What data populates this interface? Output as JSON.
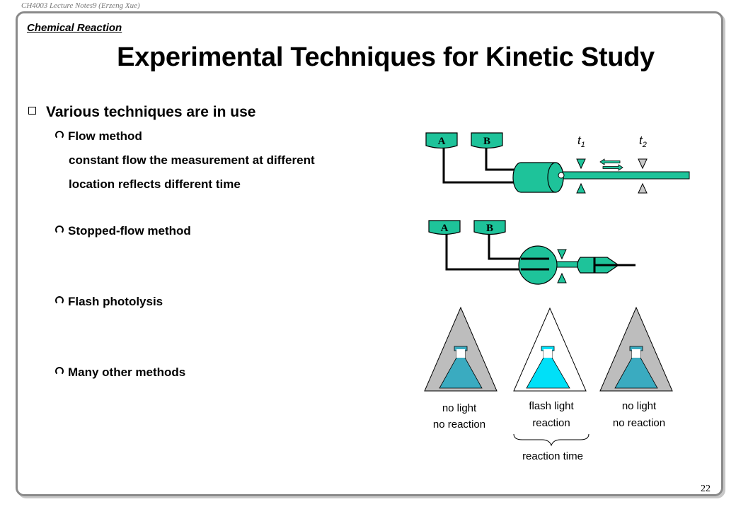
{
  "header_note": "CH4003 Lecture Notes9 (Erzeng Xue)",
  "section_label": "Chemical Reaction",
  "title": "Experimental Techniques for Kinetic Study",
  "bullet": "Various techniques are in use",
  "methods": [
    {
      "label": "Flow method",
      "description": [
        "constant flow the measurement at different",
        "location reflects different time"
      ]
    },
    {
      "label": "Stopped-flow method"
    },
    {
      "label": "Flash photolysis"
    },
    {
      "label": "Many other methods"
    }
  ],
  "flow_diagram": {
    "vessel_a": "A",
    "vessel_b": "B",
    "t1": "t",
    "t1_sub": "1",
    "t2": "t",
    "t2_sub": "2"
  },
  "stopped_flow_diagram": {
    "vessel_a": "A",
    "vessel_b": "B"
  },
  "flash_panels": [
    {
      "line1": "no light",
      "line2": "no reaction"
    },
    {
      "line1": "flash light",
      "line2": "reaction"
    },
    {
      "line1": "no light",
      "line2": "no reaction"
    }
  ],
  "reaction_time_label": "reaction time",
  "page_number": "22",
  "colors": {
    "vessel_green": "#1ec39a",
    "flask_teal": "#3aabc0",
    "flask_cyan": "#00e0f8",
    "triangle_gray": "#bdbdbd",
    "frame_gray": "#8a8a8a"
  }
}
